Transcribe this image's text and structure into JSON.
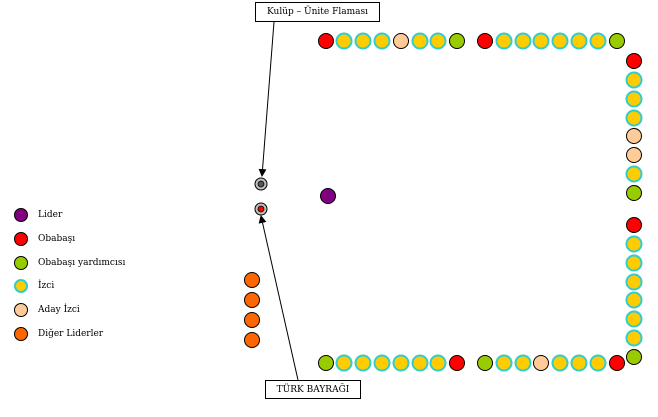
{
  "labels": {
    "unit_flag": "Kulüp – Ünite Flaması",
    "turkish_flag": "TÜRK BAYRAĞI"
  },
  "legend": [
    {
      "label": "Lider",
      "role": "leader",
      "icon": "purple-circle"
    },
    {
      "label": "Obabaşı",
      "role": "patrol_leader",
      "icon": "red-circle"
    },
    {
      "label": "Obabaşı yardımcısı",
      "role": "assistant_patrol_leader",
      "icon": "green-circle"
    },
    {
      "label": "İzci",
      "role": "scout",
      "icon": "yellow-circle-cyan-ring"
    },
    {
      "label": "Aday İzci",
      "role": "candidate_scout",
      "icon": "peach-circle"
    },
    {
      "label": "Diğer Liderler",
      "role": "other_leaders",
      "icon": "orange-circle"
    }
  ],
  "styles": {
    "leader": {
      "fill": "#800080",
      "stroke": "#000000"
    },
    "patrol_leader": {
      "fill": "#ff0000",
      "stroke": "#000000"
    },
    "assistant_patrol_leader": {
      "fill": "#99cc00",
      "stroke": "#000000"
    },
    "scout": {
      "fill": "#ffcc00",
      "stroke": "#33cccc"
    },
    "candidate_scout": {
      "fill": "#ffcc99",
      "stroke": "#000000"
    },
    "other_leaders": {
      "fill": "#ff6600",
      "stroke": "#000000"
    }
  },
  "formation": {
    "top_row": [
      "patrol_leader",
      "scout",
      "scout",
      "scout",
      "candidate_scout",
      "scout",
      "scout",
      "assistant_patrol_leader",
      "patrol_leader",
      "scout",
      "scout",
      "scout",
      "scout",
      "scout",
      "scout",
      "assistant_patrol_leader"
    ],
    "right_upper": [
      "patrol_leader",
      "scout",
      "scout",
      "scout",
      "candidate_scout",
      "candidate_scout",
      "scout",
      "assistant_patrol_leader"
    ],
    "right_lower": [
      "patrol_leader",
      "scout",
      "scout",
      "scout",
      "scout",
      "scout",
      "scout",
      "assistant_patrol_leader"
    ],
    "bottom_row": [
      "assistant_patrol_leader",
      "scout",
      "scout",
      "scout",
      "scout",
      "scout",
      "scout",
      "patrol_leader",
      "assistant_patrol_leader",
      "scout",
      "scout",
      "candidate_scout",
      "scout",
      "scout",
      "scout",
      "patrol_leader"
    ],
    "leader_count": 1,
    "other_leaders_count": 4
  }
}
